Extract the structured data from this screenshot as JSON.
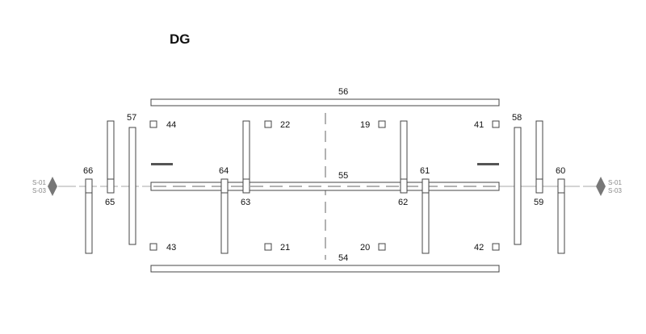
{
  "title": "DG",
  "beams": [
    {
      "id": "56",
      "orientation": "horizontal"
    },
    {
      "id": "55",
      "orientation": "horizontal"
    },
    {
      "id": "54",
      "orientation": "horizontal"
    }
  ],
  "members": [
    {
      "id": "66"
    },
    {
      "id": "65"
    },
    {
      "id": "57"
    },
    {
      "id": "64"
    },
    {
      "id": "63"
    },
    {
      "id": "62"
    },
    {
      "id": "61"
    },
    {
      "id": "58"
    },
    {
      "id": "59"
    },
    {
      "id": "60"
    }
  ],
  "columns": [
    {
      "id": "44"
    },
    {
      "id": "22"
    },
    {
      "id": "19"
    },
    {
      "id": "41"
    },
    {
      "id": "43"
    },
    {
      "id": "21"
    },
    {
      "id": "20"
    },
    {
      "id": "42"
    }
  ],
  "section_markers": {
    "left": {
      "line1": "S-01",
      "line2": "S-03"
    },
    "right": {
      "line1": "S-01",
      "line2": "S-03"
    }
  },
  "colors": {
    "stroke": "#444444",
    "marker": "#777777",
    "gridline": "#aaaaaa"
  }
}
